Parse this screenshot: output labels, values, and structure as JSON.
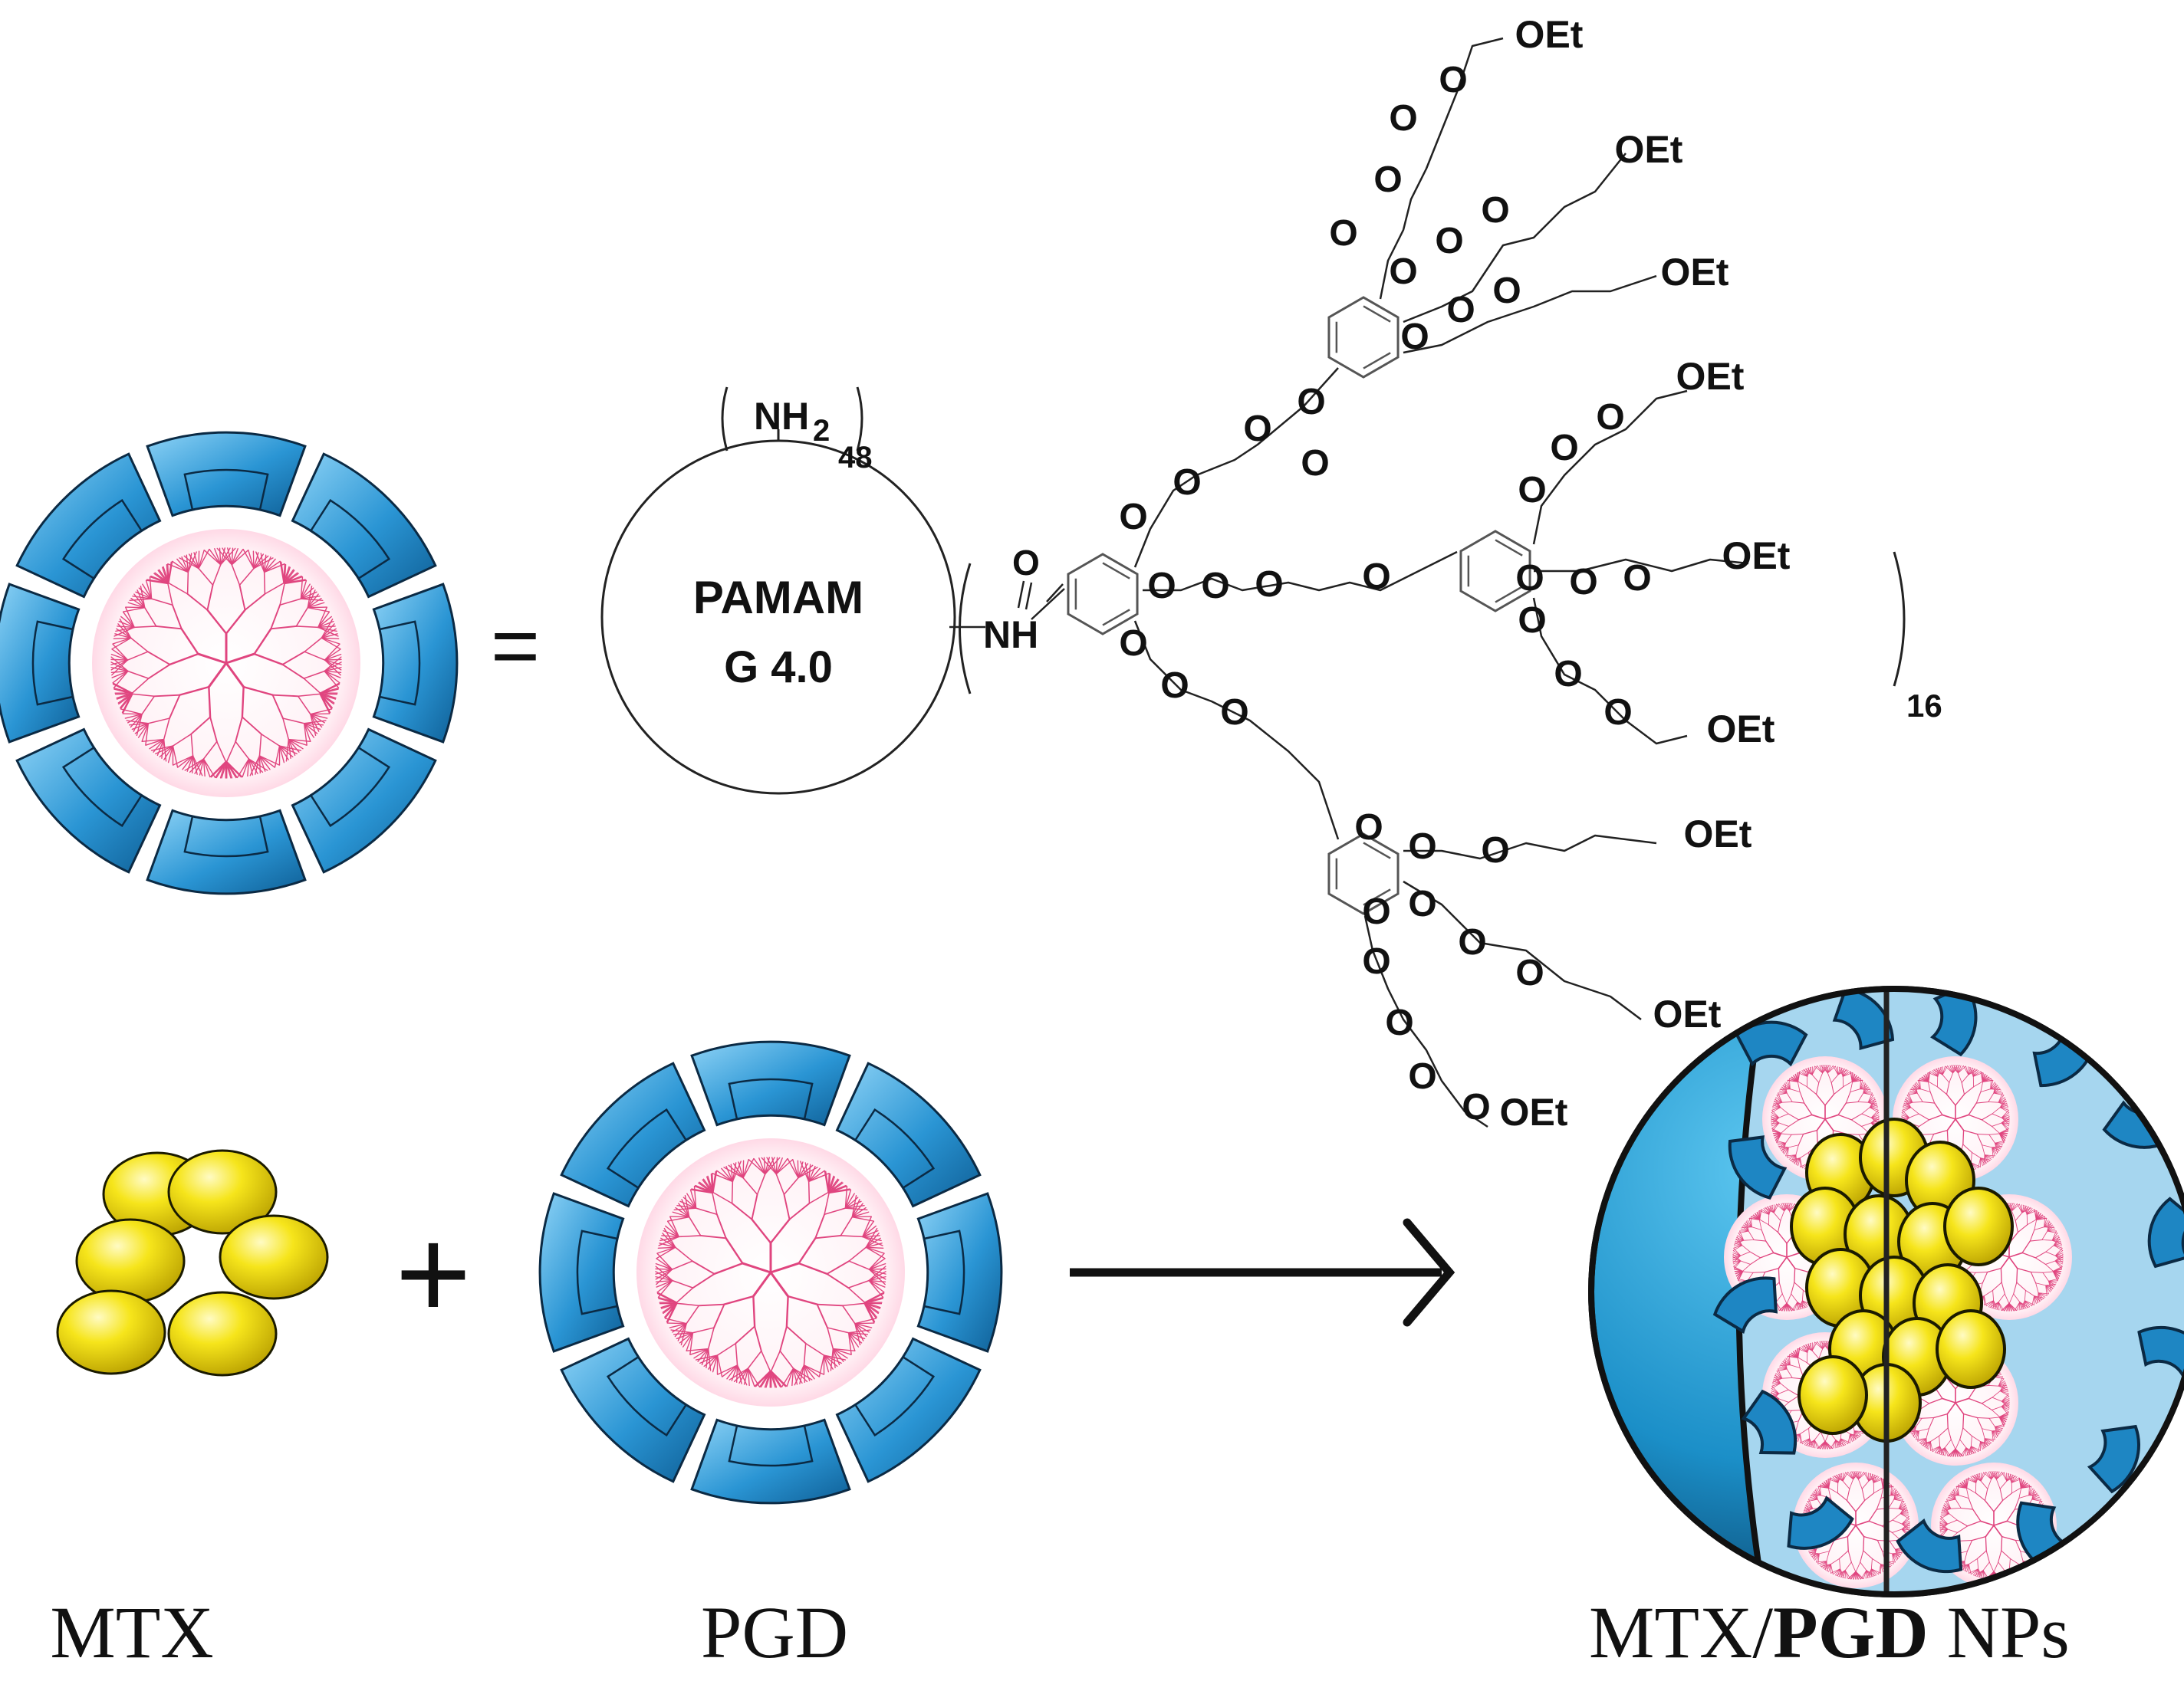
{
  "equation": {
    "equals": "=",
    "plus": "+"
  },
  "pamam": {
    "line1": "PAMAM",
    "line2": "G 4.0",
    "surface_group": "NH",
    "surface_sub": "2",
    "surface_count": "48"
  },
  "linker": {
    "carbonyl_o": "O",
    "amide": "NH",
    "repeat_count": "16"
  },
  "chem": {
    "ether_o": "O",
    "end_group": "OEt"
  },
  "labels": {
    "left": "MTX",
    "middle": "PGD",
    "right_a": "MTX/",
    "right_b": "PGD",
    "right_c": " NPs"
  },
  "colors": {
    "shield_blue": "#2a95d4",
    "core_pink": "#e0457f",
    "drug_yellow": "#f3e21b",
    "nanoparticle_shell": "#1b8fc8"
  }
}
